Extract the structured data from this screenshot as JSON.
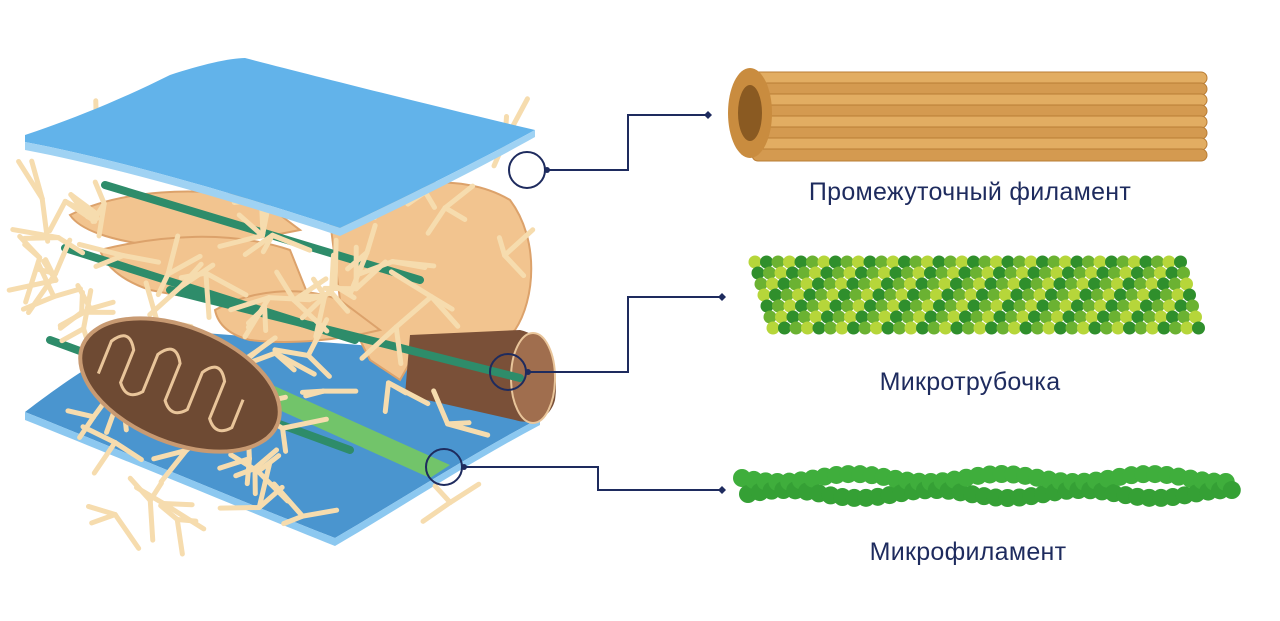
{
  "title": "Cytoskeleton components",
  "components": [
    {
      "label": "Промежуточный филамент",
      "color": "#d9a55a"
    },
    {
      "label": "Микротрубочка",
      "color": "#7cbf3a"
    },
    {
      "label": "Микрофиламент",
      "color": "#3fae3c"
    }
  ],
  "colors": {
    "membrane": "#62b3ea",
    "membrane_dark": "#4a95cf",
    "network": "#f6dcae",
    "er": "#f2c48f",
    "microtubule_rod": "#2e8c6a",
    "mitochondrion": "#7a5038",
    "connector": "#1e2b5e"
  }
}
